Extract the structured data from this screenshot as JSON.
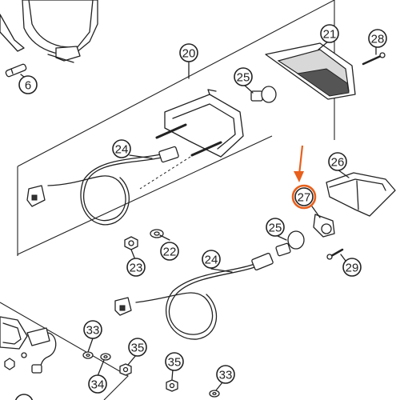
{
  "diagram": {
    "highlight_color": "#e8601c",
    "callouts": [
      {
        "id": "c6",
        "label": "6"
      },
      {
        "id": "c20",
        "label": "20"
      },
      {
        "id": "c21",
        "label": "21"
      },
      {
        "id": "c28",
        "label": "28"
      },
      {
        "id": "c25a",
        "label": "25"
      },
      {
        "id": "c24a",
        "label": "24"
      },
      {
        "id": "c26",
        "label": "26"
      },
      {
        "id": "c27",
        "label": "27",
        "highlighted": true
      },
      {
        "id": "c22",
        "label": "22"
      },
      {
        "id": "c23",
        "label": "23"
      },
      {
        "id": "c25b",
        "label": "25"
      },
      {
        "id": "c24b",
        "label": "24"
      },
      {
        "id": "c29",
        "label": "29"
      },
      {
        "id": "c33a",
        "label": "33"
      },
      {
        "id": "c35a",
        "label": "35"
      },
      {
        "id": "c35b",
        "label": "35"
      },
      {
        "id": "c33b",
        "label": "33"
      },
      {
        "id": "c34",
        "label": "34"
      }
    ]
  }
}
